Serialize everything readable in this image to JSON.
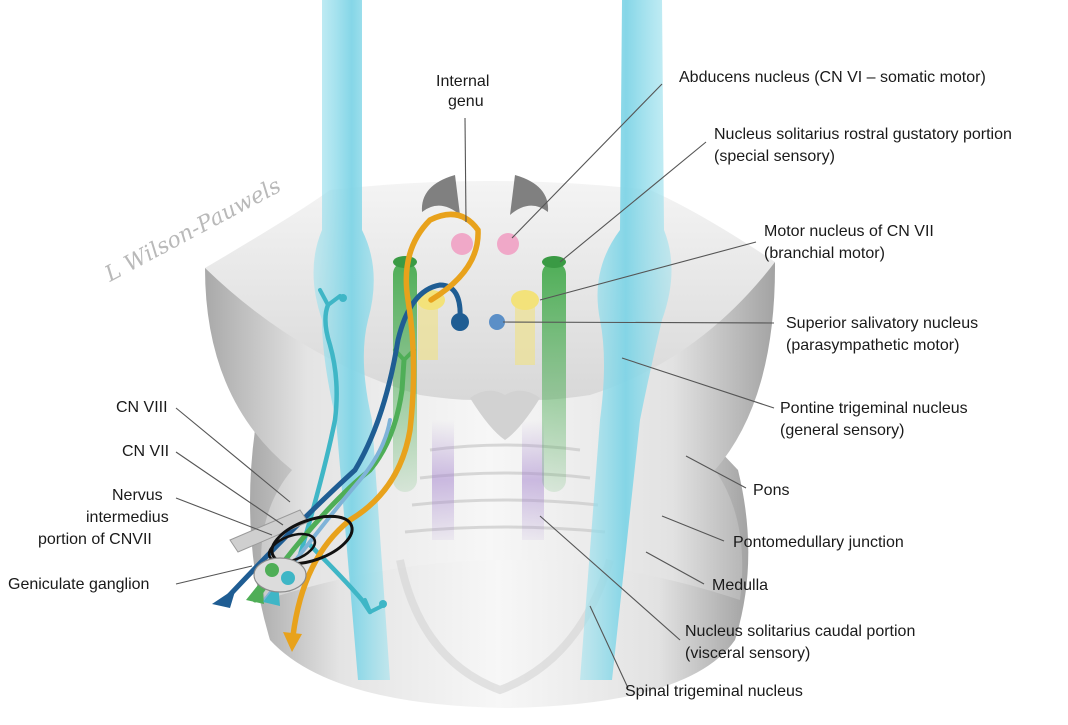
{
  "signature": "L Wilson-Pauwels",
  "labels": {
    "internal_genu_1": "Internal",
    "internal_genu_2": "genu",
    "abducens": "Abducens nucleus (CN VI – somatic motor)",
    "nts_rostral_1": "Nucleus solitarius rostral gustatory portion",
    "nts_rostral_2": "(special sensory)",
    "motor_vii_1": "Motor nucleus of CN VII",
    "motor_vii_2": "(branchial motor)",
    "salivatory_1": "Superior salivatory nucleus",
    "salivatory_2": "(parasympathetic motor)",
    "pontine_trig_1": "Pontine trigeminal nucleus",
    "pontine_trig_2": "(general sensory)",
    "pons": "Pons",
    "pm_junction": "Pontomedullary junction",
    "medulla": "Medulla",
    "nts_caudal_1": "Nucleus solitarius caudal portion",
    "nts_caudal_2": "(visceral sensory)",
    "spinal_trig": "Spinal trigeminal nucleus",
    "cn_viii": "CN VIII",
    "cn_vii": "CN VII",
    "nervus_1": "Nervus",
    "nervus_2": "intermedius",
    "nervus_3": "portion of CNVII",
    "geniculate": "Geniculate ganglion"
  },
  "colors": {
    "trigeminal_tract": "#8fd8e8",
    "branchial_motor": "#e8a21c",
    "somatic_motor": "#f0a8c8",
    "special_sensory": "#4fae57",
    "parasympathetic": "#1f5d93",
    "general_sensory": "#3fb6c6",
    "salivatory_nucleus": "#f3e27a",
    "visceral_sensory": "#a98ad0",
    "brainstem": "#e6e6e6"
  }
}
